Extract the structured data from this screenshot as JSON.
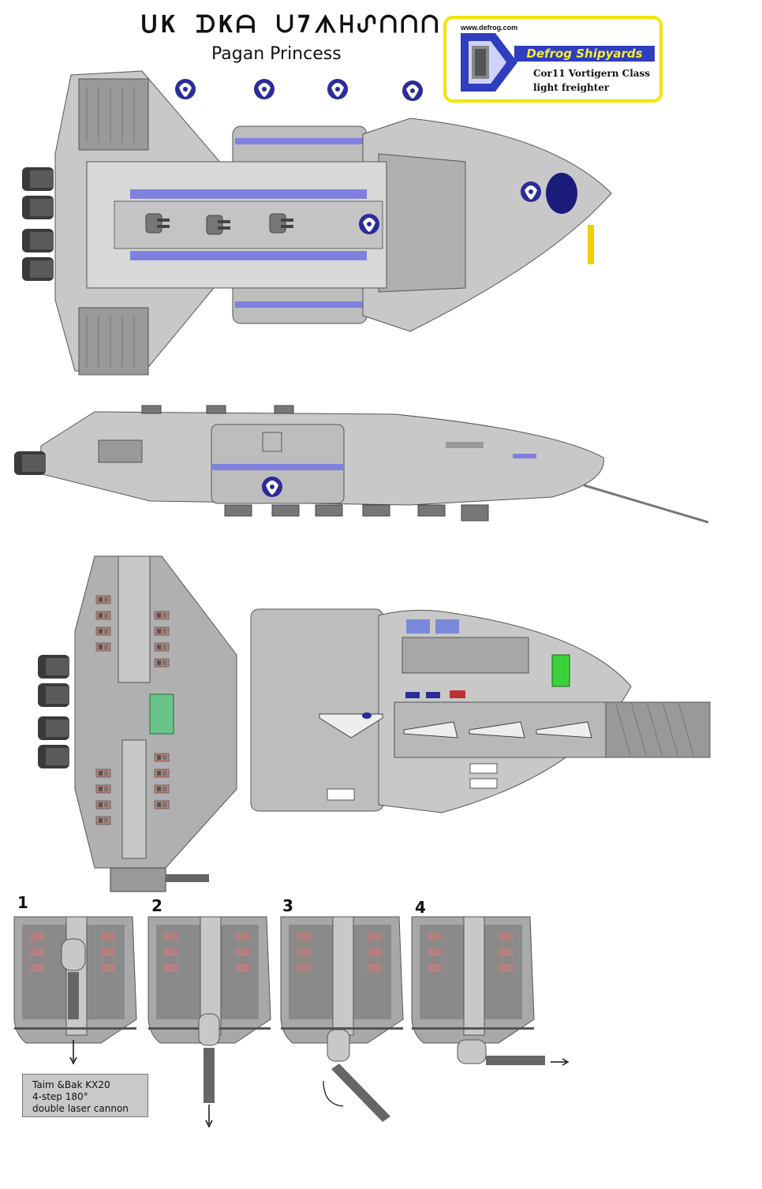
{
  "title": {
    "aurebesh": "ᑌK ᗪKᗩ ᑌ7ᗑᕼᔑᑎᑎᑎ",
    "name": "Pagan Princess"
  },
  "logo": {
    "url": "www.defrog.com",
    "brand": "Defrog Shipyards",
    "class_line": "Cor11 Vortigern Class",
    "type_line": "light freighter"
  },
  "steps": [
    "1",
    "2",
    "3",
    "4"
  ],
  "caption": {
    "line1": "Taim &Bak KX20",
    "line2": "4-step 180°",
    "line3": "double laser cannon"
  },
  "colors": {
    "hull": "#c8c8c8",
    "hull_dark": "#8c8c8c",
    "hull_line": "#555555",
    "accent": "#8080e0",
    "emblem": "#2b2b9a",
    "engine": "#3a3a3a",
    "logo_border": "#f2e600",
    "logo_brand_bg": "#2f3dbf"
  },
  "icons": {
    "emblem": "phoenix-emblem-icon",
    "arrow": "arrow-icon"
  }
}
